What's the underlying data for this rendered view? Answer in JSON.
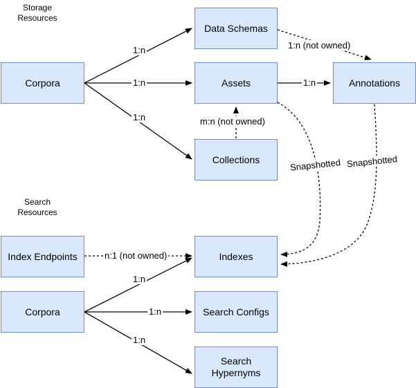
{
  "diagram": {
    "title_storage": "Storage\nResources",
    "title_search": "Search\nResources",
    "node_fill": "#dae8fc",
    "node_border": "#6c8ebf",
    "nodes": {
      "corpora_storage": "Corpora",
      "data_schemas": "Data Schemas",
      "assets": "Assets",
      "collections": "Collections",
      "annotations": "Annotations",
      "index_endpoints": "Index Endpoints",
      "corpora_search": "Corpora",
      "indexes": "Indexes",
      "search_configs": "Search Configs",
      "search_hypernyms": "Search\nHypernyms"
    },
    "edge_labels": {
      "corpora_to_schemas": "1:n",
      "corpora_to_assets": "1:n",
      "corpora_to_collections": "1:n",
      "schemas_to_annotations": "1:n (not owned)",
      "assets_to_annotations": "1:n",
      "collections_to_assets": "m:n (not owned)",
      "assets_to_indexes": "Snapshotted",
      "annotations_to_indexes": "Snapshotted",
      "endpoints_to_indexes": "n:1 (not owned)",
      "corpora_to_indexes": "1:n",
      "corpora_to_configs": "1:n",
      "corpora_to_hypernyms": "1:n"
    }
  }
}
